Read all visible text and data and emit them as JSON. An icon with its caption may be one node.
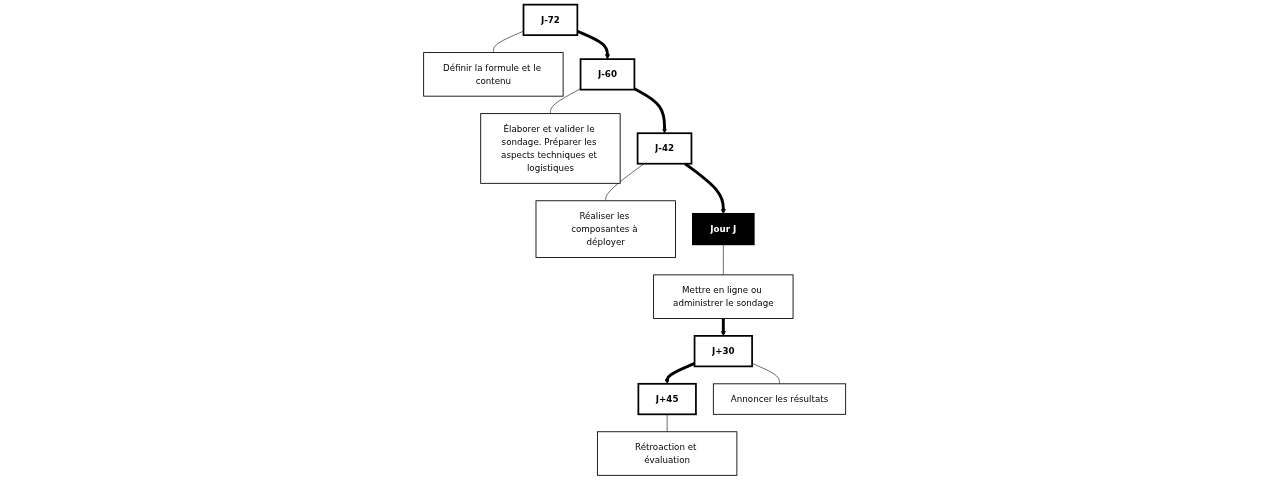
{
  "diagram": {
    "nodes": [
      {
        "text": [
          "J-72"
        ]
      },
      {
        "text": [
          "Définir la formule et le contenu"
        ]
      },
      {
        "text": [
          "J-60"
        ]
      },
      {
        "text": [
          "Élaborer et valider le sondage. Préparer les aspects techniques et logistiques"
        ]
      },
      {
        "text": [
          "J-42"
        ]
      },
      {
        "text": [
          "Réaliser les composantes à déployer"
        ]
      },
      {
        "text": [
          "Jour J"
        ]
      },
      {
        "text": [
          "Mettre en ligne ou administrer le sondage"
        ]
      },
      {
        "text": [
          "J+45"
        ]
      },
      {
        "text": [
          "J+30"
        ]
      },
      {
        "text": [
          "Rétroaction et évaluation"
        ]
      },
      {
        "text": [
          "Annoncer les résultats"
        ]
      }
    ],
    "edges": [
      {
        "from": 0,
        "to": 2,
        "arrow": "to",
        "style": "thick"
      },
      {
        "from": 2,
        "to": 4,
        "arrow": "to",
        "style": "thick"
      },
      {
        "from": 4,
        "to": 6,
        "arrow": "to",
        "style": "thick"
      },
      {
        "from": 0,
        "to": 1,
        "arrow": "none"
      },
      {
        "from": 2,
        "to": 3,
        "arrow": "none"
      },
      {
        "from": 4,
        "to": 5,
        "arrow": "none"
      },
      {
        "from": 6,
        "to": 7,
        "arrow": "none"
      },
      {
        "from": 7,
        "to": 9,
        "arrow": "to",
        "style": "thick"
      },
      {
        "from": 9,
        "to": 8,
        "arrow": "to",
        "style": "thick"
      },
      {
        "from": 8,
        "to": 10,
        "arrow": "none"
      },
      {
        "from": 9,
        "to": 11,
        "arrow": "none"
      }
    ]
  }
}
